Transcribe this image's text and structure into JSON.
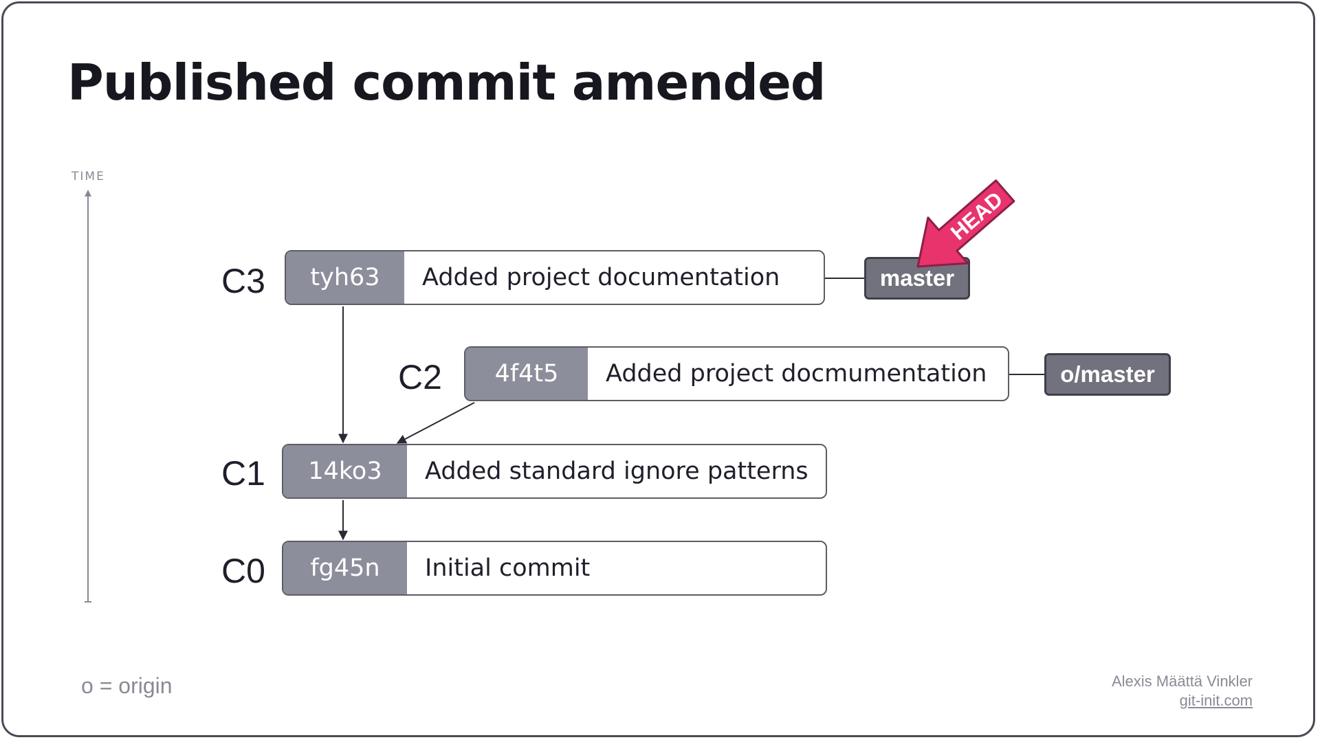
{
  "title": "Published commit amended",
  "time_label": "TIME",
  "commits": [
    {
      "id": "C3",
      "hash": "tyh63",
      "message": "Added project documentation"
    },
    {
      "id": "C2",
      "hash": "4f4t5",
      "message": "Added project docmumentation"
    },
    {
      "id": "C1",
      "hash": "14ko3",
      "message": "Added standard ignore patterns"
    },
    {
      "id": "C0",
      "hash": "fg45n",
      "message": "Initial commit"
    }
  ],
  "branches": {
    "master": "master",
    "origin_master": "o/master"
  },
  "head_label": "HEAD",
  "legend": "o = origin",
  "author": {
    "name": "Alexis Määttä Vinkler",
    "site": "git-init.com"
  },
  "colors": {
    "hash_bg": "#8d8e9b",
    "branch_bg": "#72727e",
    "head": "#e8336d"
  },
  "icons": [
    "time-arrow-icon",
    "head-arrow-icon"
  ]
}
